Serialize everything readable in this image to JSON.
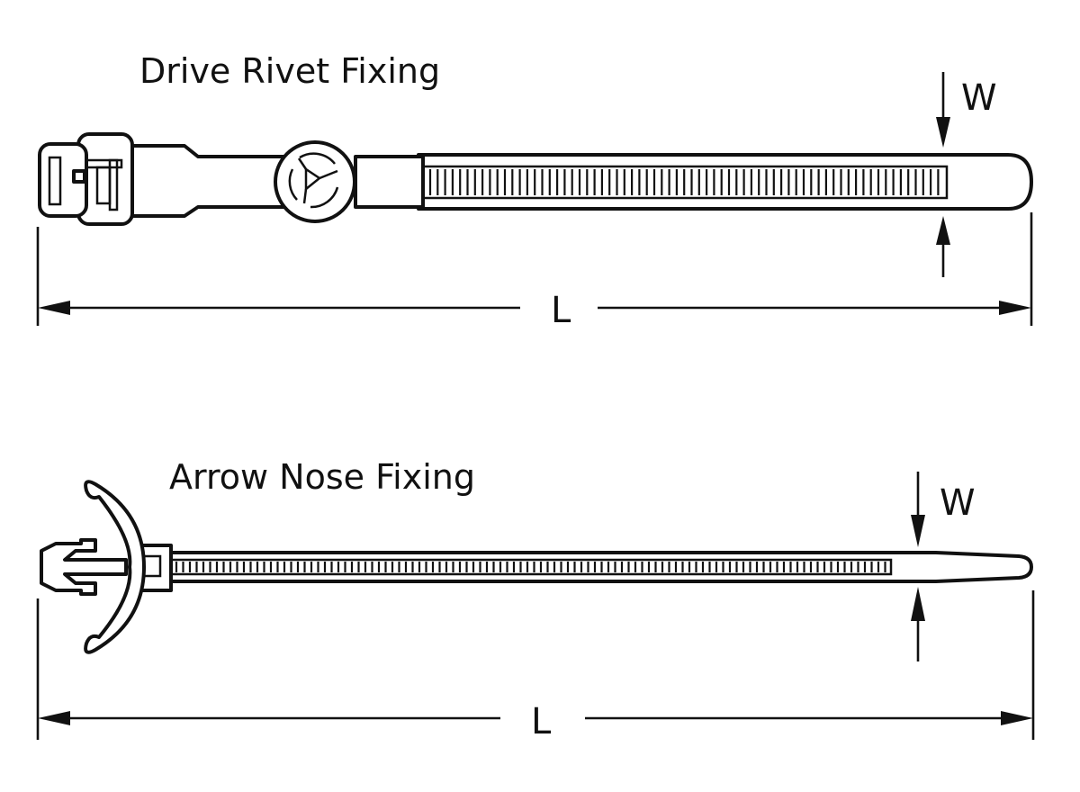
{
  "diagrams": [
    {
      "id": "drive-rivet",
      "title": "Drive Rivet Fixing",
      "dimensions": {
        "width_label": "W",
        "length_label": "L"
      }
    },
    {
      "id": "arrow-nose",
      "title": "Arrow Nose Fixing",
      "dimensions": {
        "width_label": "W",
        "length_label": "L"
      }
    }
  ],
  "colors": {
    "line": "#111111",
    "background": "#ffffff"
  }
}
